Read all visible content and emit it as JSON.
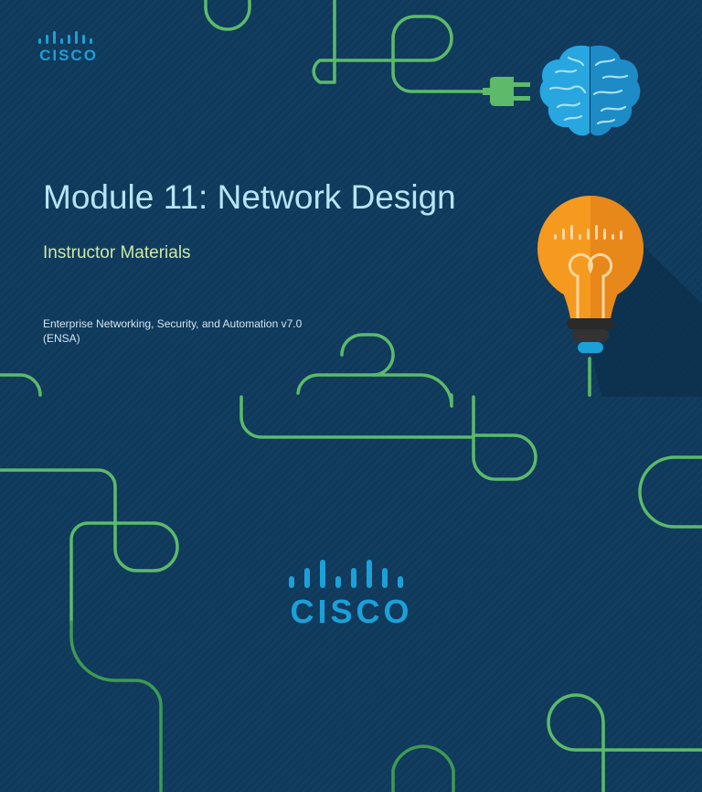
{
  "slide": {
    "title": "Module 11: Network Design",
    "subtitle": "Instructor Materials",
    "course_line1": "Enterprise Networking, Security, and Automation v7.0",
    "course_line2": "(ENSA)"
  },
  "brand": {
    "logo_small_text": "CISCO",
    "logo_large_text": "CISCO"
  },
  "colors": {
    "background": "#0f3a5c",
    "line_green": "#5cba6a",
    "title_blue": "#b8e4f5",
    "subtitle_green": "#cde8a8",
    "logo_blue": "#1ba0d8",
    "bulb_orange": "#f59a1e",
    "brain_blue": "#27a6e0"
  },
  "icons": {
    "brain": "brain-icon",
    "plug": "plug-icon",
    "bulb": "lightbulb-icon",
    "logo_bars": "cisco-bars-icon"
  }
}
